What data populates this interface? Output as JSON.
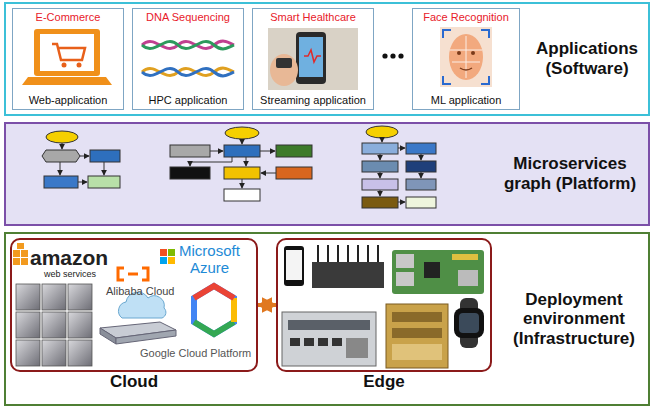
{
  "diagram": {
    "nodes": [
      {
        "text": [
          "Applications (Software)"
        ]
      },
      {
        "text": [
          "E-Commerce",
          "Web-application"
        ],
        "in": 0
      },
      {
        "text": [
          "DNA Sequencing",
          "HPC application"
        ],
        "in": 0
      },
      {
        "text": [
          "Smart Healthcare",
          "Streaming application"
        ],
        "in": 0
      },
      {
        "text": [
          "Face Recognition",
          "ML application"
        ],
        "in": 0
      },
      {
        "text": [
          "Microservices graph (Platform)"
        ]
      },
      {
        "text": [
          "Deployment environment (Infrastructure)"
        ]
      },
      {
        "text": [
          "Cloud"
        ],
        "in": 6
      },
      {
        "text": [
          "Edge"
        ],
        "in": 6
      }
    ],
    "edges": [
      {
        "from": 7,
        "to": 8,
        "arrow": "both"
      }
    ],
    "labels": [
      "amazon",
      "web services",
      "Microsoft",
      "Azure",
      "Alibaba Cloud",
      "Google Cloud Platform"
    ]
  }
}
